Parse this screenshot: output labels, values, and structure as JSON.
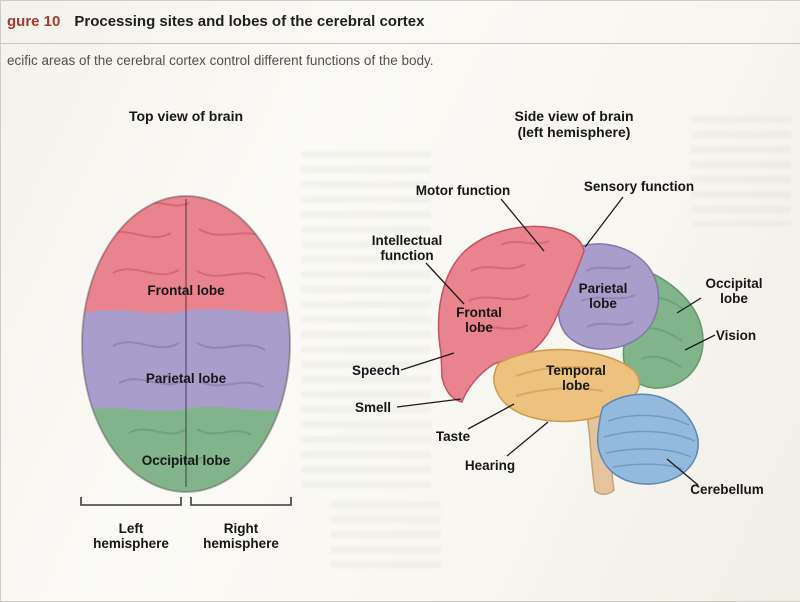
{
  "figure": {
    "label": "gure 10",
    "title": "Processing sites and lobes of the cerebral cortex",
    "caption": "ecific areas of the cerebral cortex control different functions of the body."
  },
  "top_view": {
    "heading": "Top view of brain",
    "labels": {
      "frontal": "Frontal lobe",
      "parietal": "Parietal lobe",
      "occipital": "Occipital lobe"
    },
    "hemispheres": {
      "left": "Left hemisphere",
      "right": "Right hemisphere"
    }
  },
  "side_view": {
    "heading_line1": "Side view of brain",
    "heading_line2": "(left hemisphere)",
    "labels": {
      "motor": "Motor function",
      "sensory": "Sensory function",
      "intellectual": "Intellectual function",
      "frontal": "Frontal lobe",
      "parietal": "Parietal lobe",
      "occipital": "Occipital lobe",
      "temporal": "Temporal lobe",
      "vision": "Vision",
      "speech": "Speech",
      "smell": "Smell",
      "taste": "Taste",
      "hearing": "Hearing",
      "cerebellum": "Cerebellum"
    }
  },
  "colors": {
    "frontal": "#e9838d",
    "parietal": "#a99dcb",
    "occipital": "#82b48c",
    "temporal": "#ecc27e",
    "cerebellum": "#93b9dc",
    "brainstem": "#e3c49c",
    "figure_label_red": "#a6392f"
  }
}
